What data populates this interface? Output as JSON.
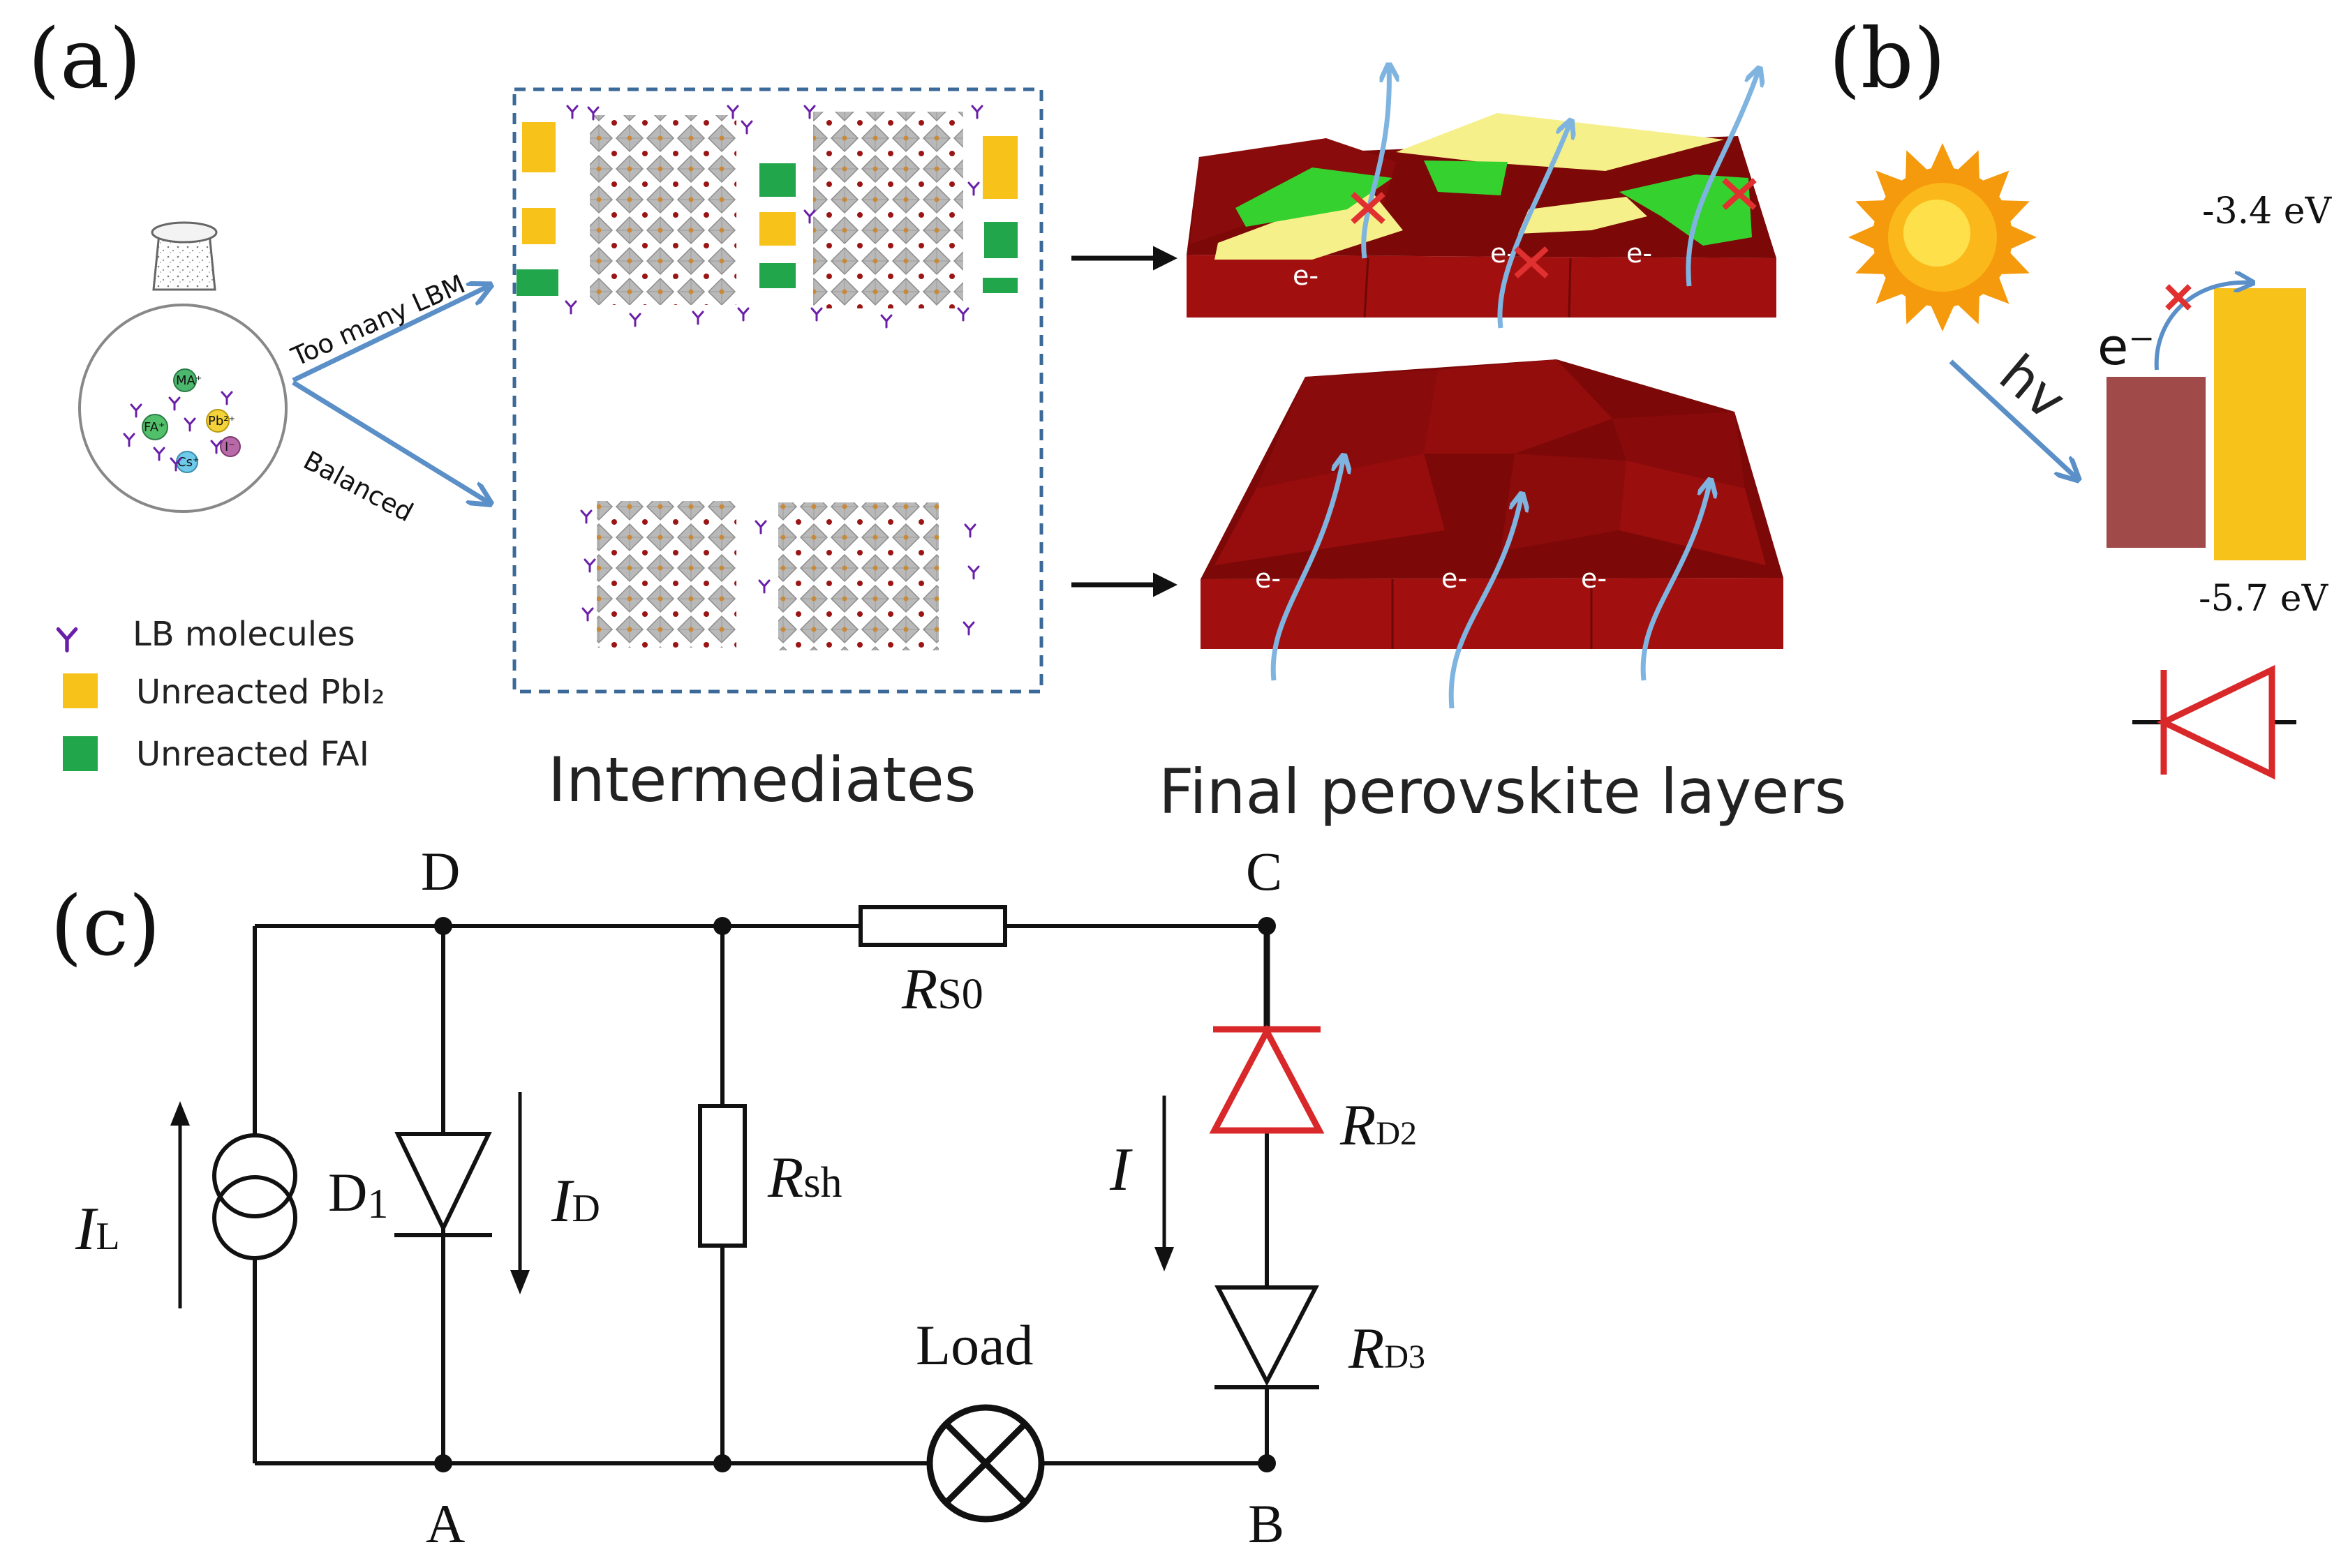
{
  "panel_labels": {
    "a": "(a)",
    "b": "(b)",
    "c": "(c)"
  },
  "panel_a": {
    "flask_ions": {
      "ma": "MA⁺",
      "fa": "FA⁺",
      "pb": "Pb²⁺",
      "cs": "Cs⁺",
      "i": "I⁻"
    },
    "arrow_upper_label": "Too many LBM",
    "arrow_lower_label": "Balanced",
    "legend": [
      {
        "label": "LB molecules",
        "color": "#6a1fa8",
        "icon": "y-molecule-icon"
      },
      {
        "label": "Unreacted PbI₂",
        "color": "#f7c21a",
        "icon": "square-icon"
      },
      {
        "label": "Unreacted FAI",
        "color": "#22a64b",
        "icon": "square-icon"
      }
    ],
    "intermediates_label": "Intermediates",
    "final_layers_label": "Final perovskite layers",
    "electron_label": "e-",
    "colors": {
      "perovskite": "#a10f0f",
      "perovskite_dark": "#6e0707",
      "pbi2": "#f5f08a",
      "fai": "#35d12e",
      "path": "#7fb4e0",
      "block": "#e03030"
    }
  },
  "panel_b": {
    "hv_label": "hv",
    "electron_label": "e⁻",
    "upper_energy": "-3.4 eV",
    "lower_energy": "-5.7 eV",
    "colors": {
      "left_band": "#a04a4a",
      "right_band": "#f7c21a",
      "diode": "#d8282a"
    }
  },
  "panel_c": {
    "nodes": {
      "d": "D",
      "c": "C",
      "a": "A",
      "b": "B"
    },
    "components": {
      "rs0": {
        "sym": "R",
        "sub": "S0"
      },
      "rsh": {
        "sym": "R",
        "sub": "sh"
      },
      "rd2": {
        "sym": "R",
        "sub": "D2"
      },
      "rd3": {
        "sym": "R",
        "sub": "D3"
      },
      "d1": {
        "sym": "D",
        "sub": "1"
      },
      "il": {
        "sym": "I",
        "sub": "L"
      },
      "id": {
        "sym": "I",
        "sub": "D"
      },
      "i": {
        "sym": "I"
      }
    },
    "load_label": "Load",
    "colors": {
      "wire": "#111111",
      "rd2_diode": "#d8282a"
    }
  }
}
